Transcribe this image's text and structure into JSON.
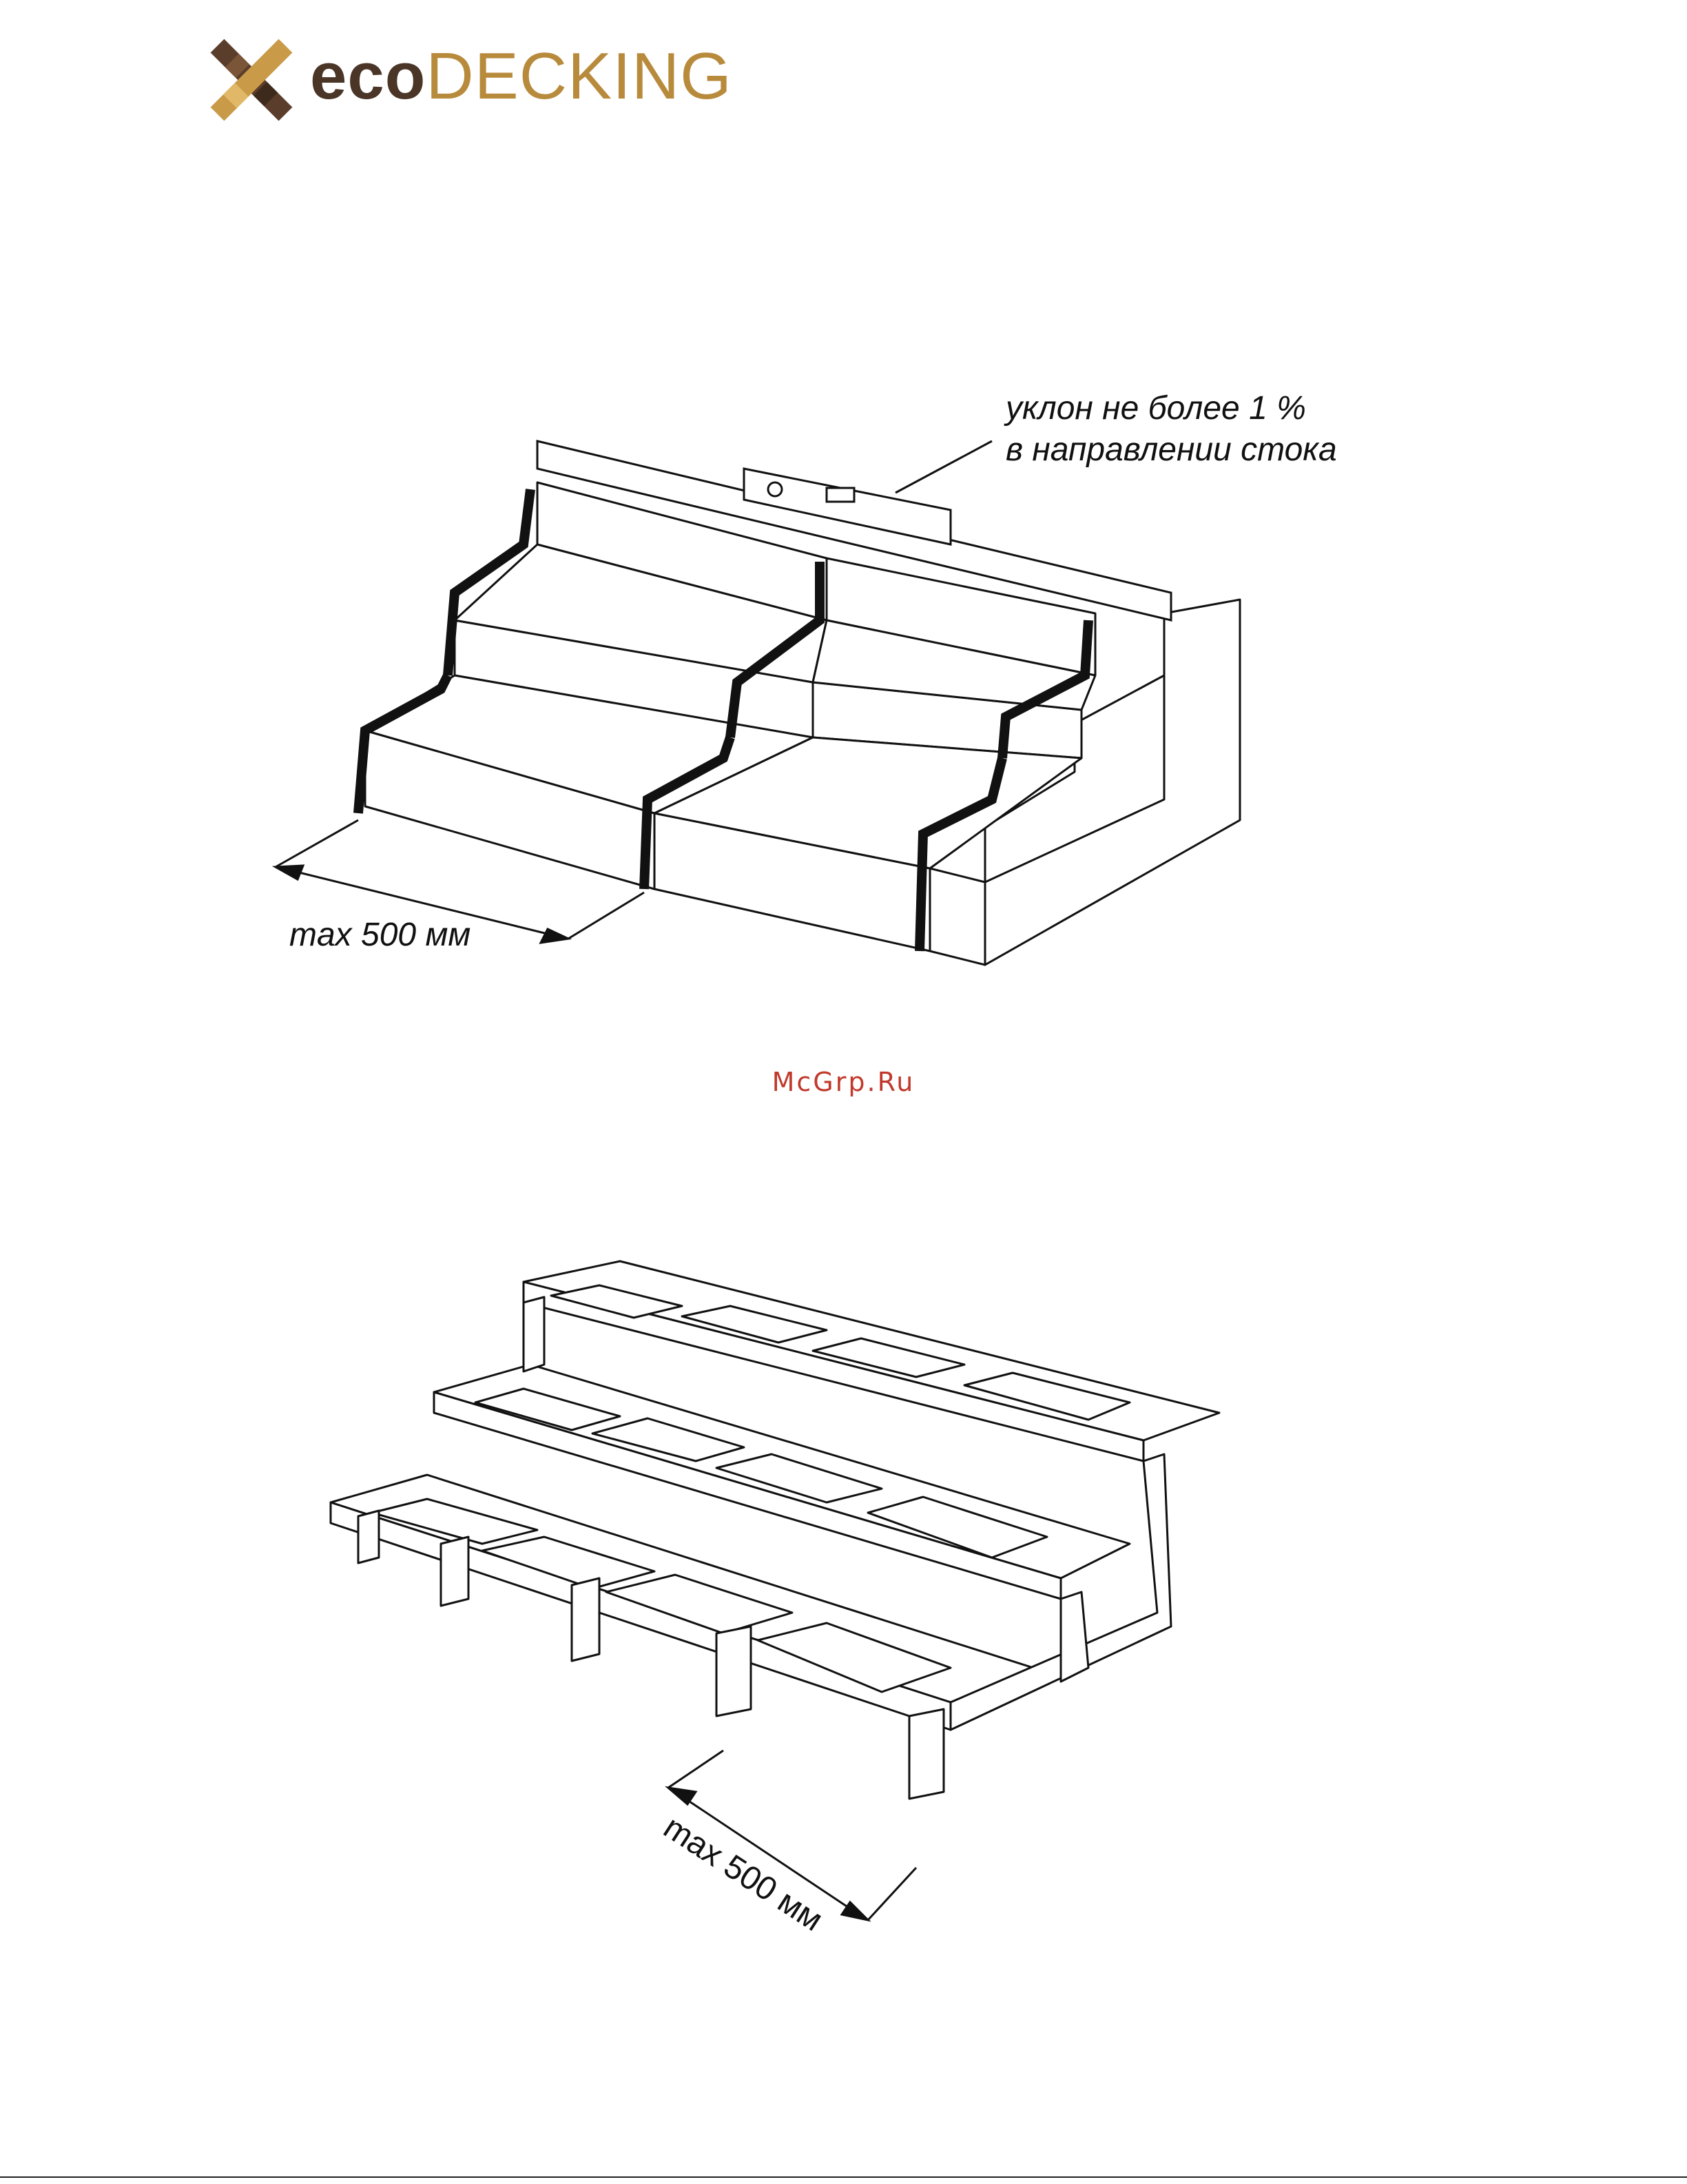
{
  "brand": {
    "eco": "eco",
    "decking": "DECKING",
    "colors": {
      "eco": "#4a3527",
      "decking": "#b88a3c",
      "mark_dark": "#5a3d2b",
      "mark_gold": "#c99a48"
    }
  },
  "figure1": {
    "slope_note_line1": "уклон не более 1 %",
    "slope_note_line2": "в направлении стока",
    "dimension": "max 500 мм"
  },
  "watermark": "McGrp.Ru",
  "figure2": {
    "dimension": "max 500 мм"
  }
}
